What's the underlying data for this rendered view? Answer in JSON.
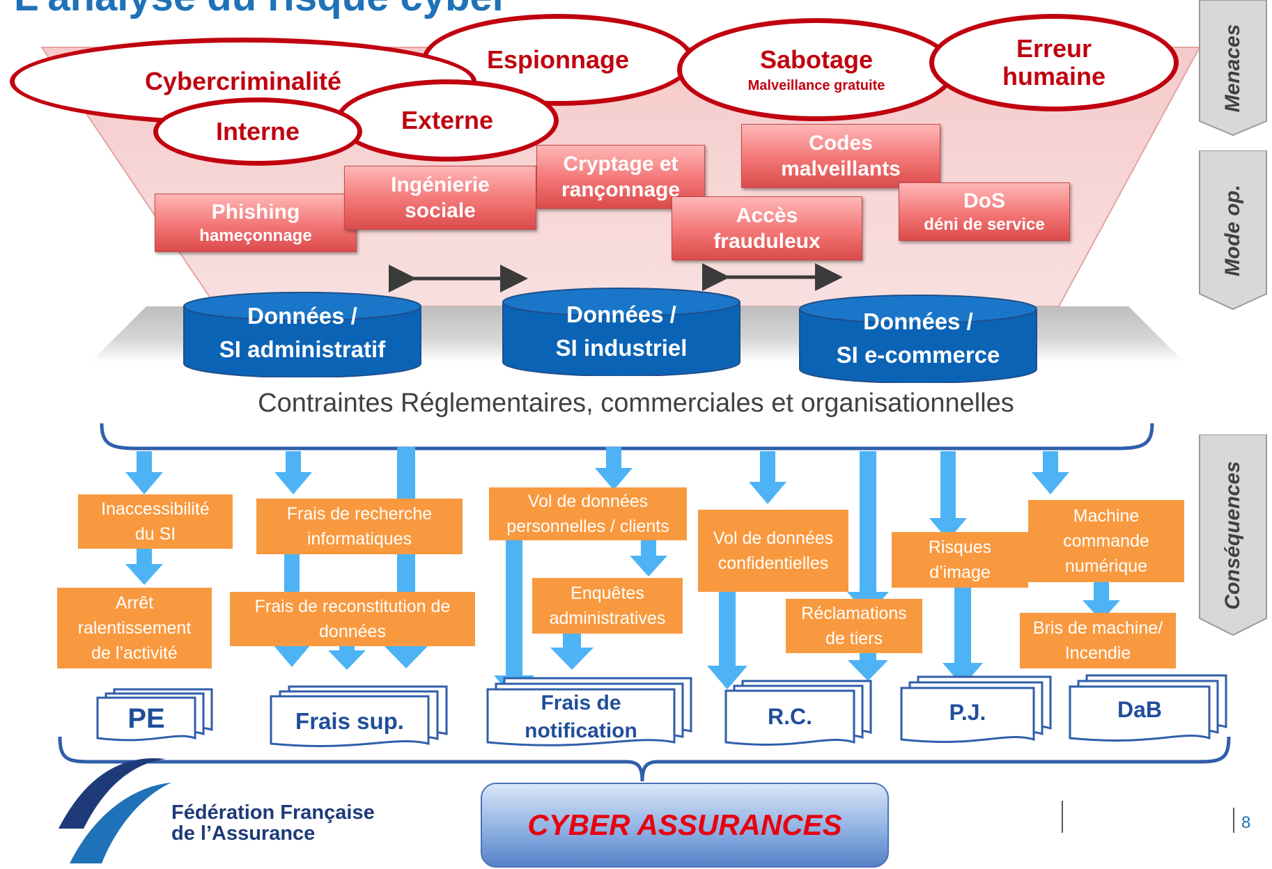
{
  "title": "L’analyse du risque cyber",
  "menaces": {
    "cybercriminalite": "Cybercriminalité",
    "espionnage": "Espionnage",
    "sabotage": "Sabotage",
    "sabotage_sub": "Malveillance gratuite",
    "erreur_line1": "Erreur",
    "erreur_line2": "humaine",
    "interne": "Interne",
    "externe": "Externe"
  },
  "modes": {
    "phishing": "Phishing",
    "phishing_sub": "hameçonnage",
    "ingenierie_1": "Ingénierie",
    "ingenierie_2": "sociale",
    "cryptage_1": "Cryptage et",
    "cryptage_2": "rançonnage",
    "codes_1": "Codes",
    "codes_2": "malveillants",
    "acces_1": "Accès",
    "acces_2": "frauduleux",
    "dos": "DoS",
    "dos_sub": "déni de service"
  },
  "systems": {
    "admin_1": "Données /",
    "admin_2": "SI administratif",
    "indus_1": "Données /",
    "indus_2": "SI industriel",
    "ecom_1": "Données /",
    "ecom_2": "SI e-commerce"
  },
  "constraints": "Contraintes  Réglementaires, commerciales et organisationnelles",
  "consequences": {
    "inaccess_1": "Inaccessibilité",
    "inaccess_2": "du SI",
    "arret_1": "Arrêt",
    "arret_2": "ralentissement",
    "arret_3": "de l’activité",
    "recherche_1": "Frais de recherche",
    "recherche_2": "informatiques",
    "reconst_1": "Frais de reconstitution de",
    "reconst_2": "données",
    "vol_perso_1": "Vol de données",
    "vol_perso_2": "personnelles / clients",
    "enquetes_1": "Enquêtes",
    "enquetes_2": "administratives",
    "vol_conf_1": "Vol de données",
    "vol_conf_2": "confidentielles",
    "reclam_1": "Réclamations",
    "reclam_2": "de tiers",
    "image_1": "Risques",
    "image_2": "d’image",
    "machine_1": "Machine",
    "machine_2": "commande",
    "machine_3": "numérique",
    "bris_1": "Bris de machine/",
    "bris_2": "Incendie"
  },
  "coverages": {
    "pe": "PE",
    "frais_sup": "Frais sup.",
    "notif_1": "Frais de",
    "notif_2": "notification",
    "rc": "R.C.",
    "pj": "P.J.",
    "dab": "DaB"
  },
  "side_labels": {
    "menaces": "Menaces",
    "mode_op": "Mode op.",
    "consequences": "Conséquences"
  },
  "cyber_assurances": "CYBER ASSURANCES",
  "logo": {
    "line1": "Fédération Française",
    "line2": "de l’Assurance"
  },
  "page_number": "8",
  "colors": {
    "threat_red": "#c0000f",
    "title_blue": "#1f72b8",
    "consequence_orange": "#f9993f",
    "arrow_blue": "#4db3f5",
    "cylinder_blue": "#0b63b6"
  }
}
